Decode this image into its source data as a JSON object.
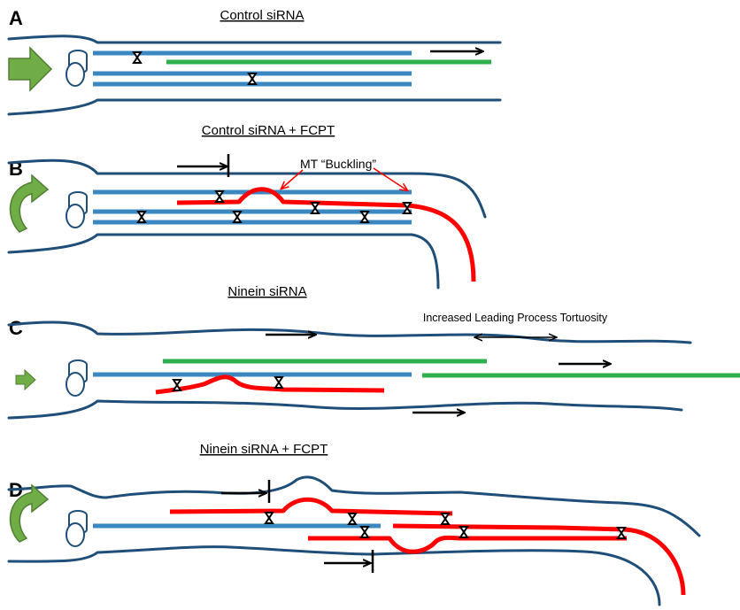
{
  "panels": [
    {
      "letter": "A",
      "title": "Control siRNA"
    },
    {
      "letter": "B",
      "title": "Control siRNA + FCPT",
      "annotation": "MT “Buckling”"
    },
    {
      "letter": "C",
      "title": "Ninein siRNA",
      "annotation": "Increased Leading Process Tortuosity"
    },
    {
      "letter": "D",
      "title": "Ninein siRNA + FCPT"
    }
  ],
  "colors": {
    "membrane": "#1f4e79",
    "stable_mt": "#3a87c2",
    "growing_mt": "#2eb04c",
    "buckled_mt": "#ff0000",
    "motion_arrow": "#70ad47"
  }
}
